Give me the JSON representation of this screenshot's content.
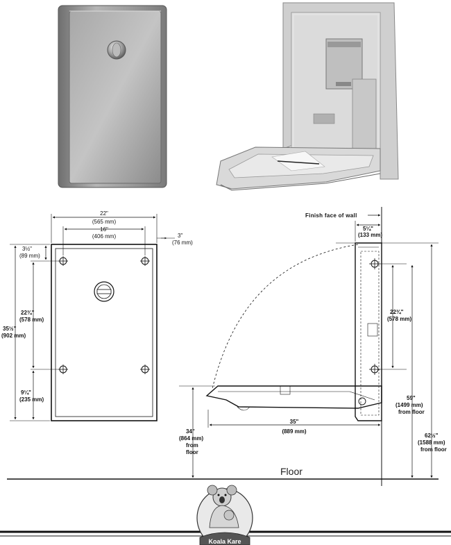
{
  "front_view": {
    "width": {
      "in": "22\"",
      "mm": "(565 mm)"
    },
    "hole_spacing": {
      "in": "16\"",
      "mm": "(406 mm)"
    },
    "depth": {
      "in": "3\"",
      "mm": "(76 mm)"
    },
    "top_offset": {
      "in": "3½\"",
      "mm": "(89 mm)"
    },
    "vertical_hole_spacing": {
      "in": "22¾\"",
      "mm": "(578 mm)"
    },
    "height": {
      "in": "35½\"",
      "mm": "(902 mm)"
    },
    "bottom_offset": {
      "in": "9¼\"",
      "mm": "(235 mm)"
    }
  },
  "side_view": {
    "wall_label": "Finish face of wall",
    "depth_closed": {
      "in": "5¼\"",
      "mm": "(133 mm)"
    },
    "vertical_hole_spacing": {
      "in": "22¾\"",
      "mm": "(578 mm)"
    },
    "hole_height": {
      "in": "59\"",
      "mm": "(1499 mm)",
      "ref": "from floor"
    },
    "top_height": {
      "in": "62½\"",
      "mm": "(1588 mm)",
      "ref": "from floor"
    },
    "bed_height": {
      "in": "34\"",
      "mm": "(864 mm)",
      "ref1": "from",
      "ref2": "floor"
    },
    "open_length": {
      "in": "35\"",
      "mm": "(889 mm)"
    },
    "floor_label": "Floor"
  },
  "logo": {
    "text": "Koala Kare"
  },
  "colors": {
    "line": "#111111",
    "steel": "#9a9a9a",
    "plastic": "#d8d8d8"
  }
}
